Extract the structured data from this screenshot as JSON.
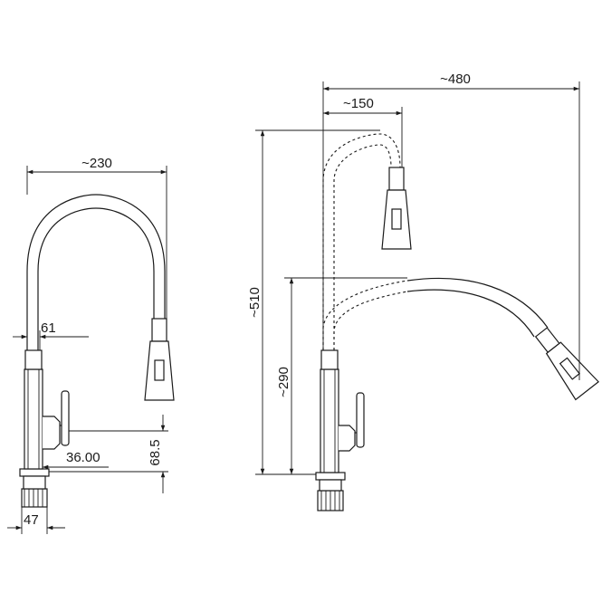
{
  "left_view": {
    "dim_width": "~230",
    "dim_neck": "61",
    "dim_lever_offset": "36.00",
    "dim_base_height": "68.5",
    "dim_base_width": "47"
  },
  "right_view": {
    "dim_reach_total": "~480",
    "dim_reach_short": "~150",
    "dim_height_total": "~510",
    "dim_height_low": "~290"
  },
  "colors": {
    "line": "#1a1a1a",
    "background": "#ffffff"
  }
}
